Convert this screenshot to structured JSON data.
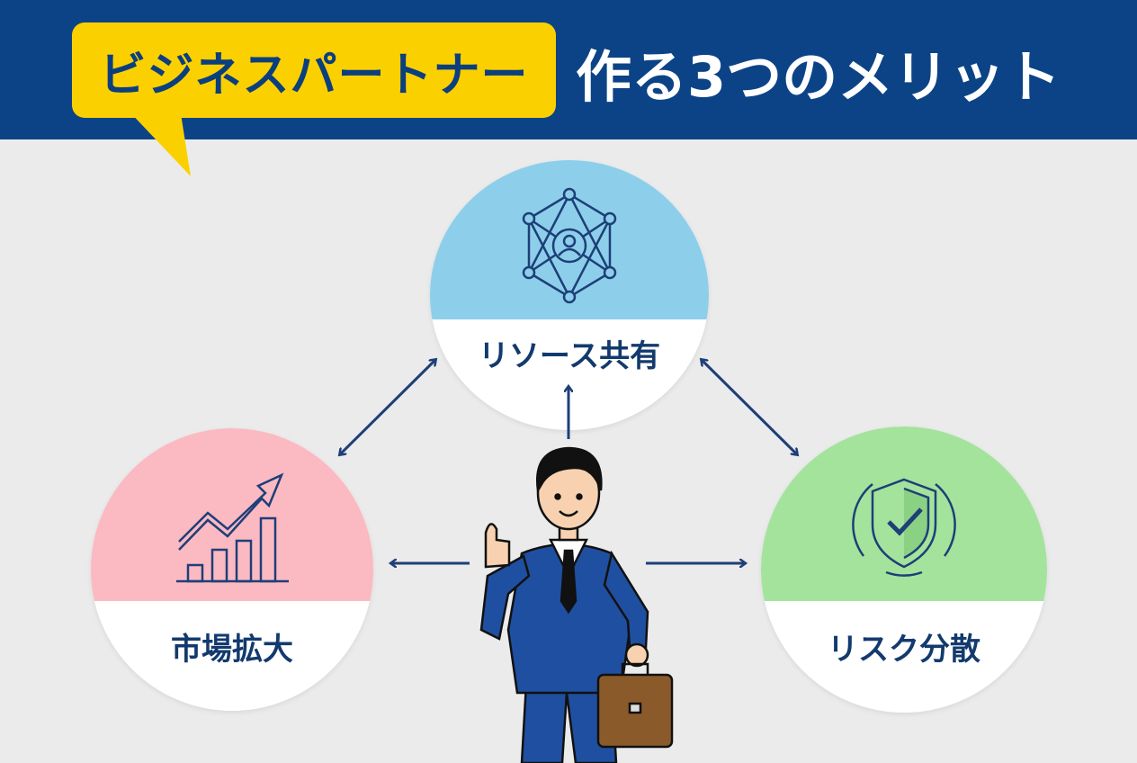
{
  "header": {
    "highlight": "ビジネスパートナー",
    "title": "作る3つのメリット"
  },
  "benefits": [
    {
      "label": "リソース共有",
      "icon": "network-person-icon",
      "color": "#8dcfea"
    },
    {
      "label": "市場拡大",
      "icon": "growth-chart-icon",
      "color": "#fbb9c2"
    },
    {
      "label": "リスク分散",
      "icon": "shield-check-icon",
      "color": "#a4e39c"
    }
  ],
  "colors": {
    "header_bg": "#0b4386",
    "highlight_bg": "#fbd000",
    "arrow": "#1e3f78",
    "background": "#ebebeb"
  }
}
